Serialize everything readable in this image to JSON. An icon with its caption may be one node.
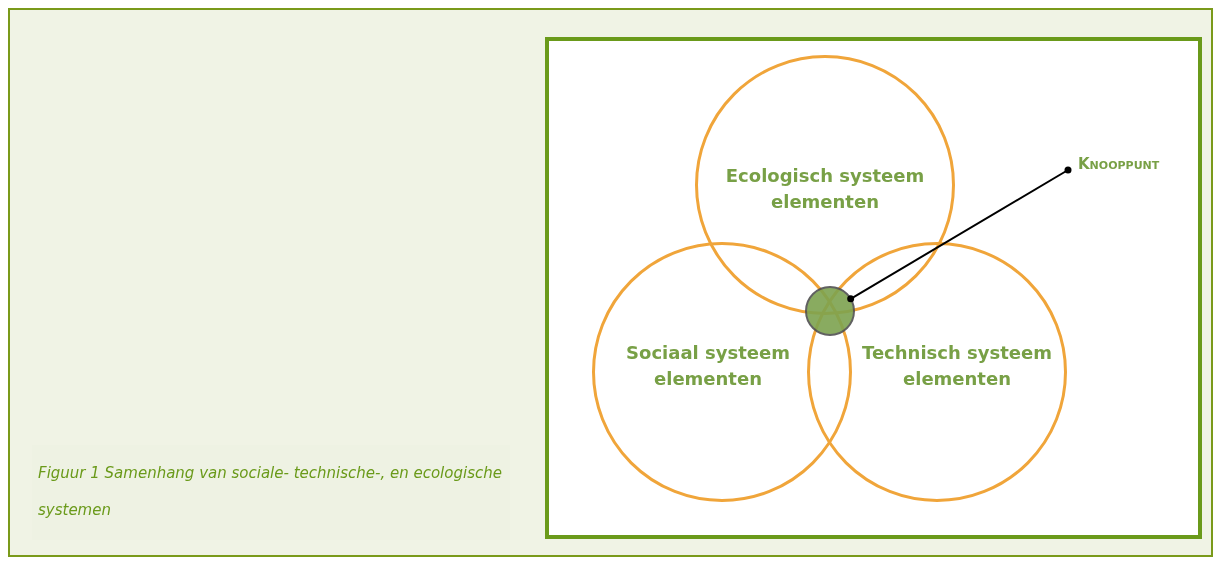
{
  "diagram": {
    "caption": "Figuur 1 Samenhang van sociale- technische-, en ecologische systemen",
    "nodes": [
      {
        "text": [
          "Ecologisch systeem elementen"
        ]
      },
      {
        "text": [
          "Sociaal systeem elementen"
        ]
      },
      {
        "text": [
          "Technisch systeem elementen"
        ]
      },
      {
        "text": [],
        "shape": "circle"
      },
      {
        "text": [
          "Knooppunt"
        ]
      }
    ],
    "edges": [
      {
        "from": 3,
        "to": 4,
        "arrow": "other"
      }
    ]
  }
}
